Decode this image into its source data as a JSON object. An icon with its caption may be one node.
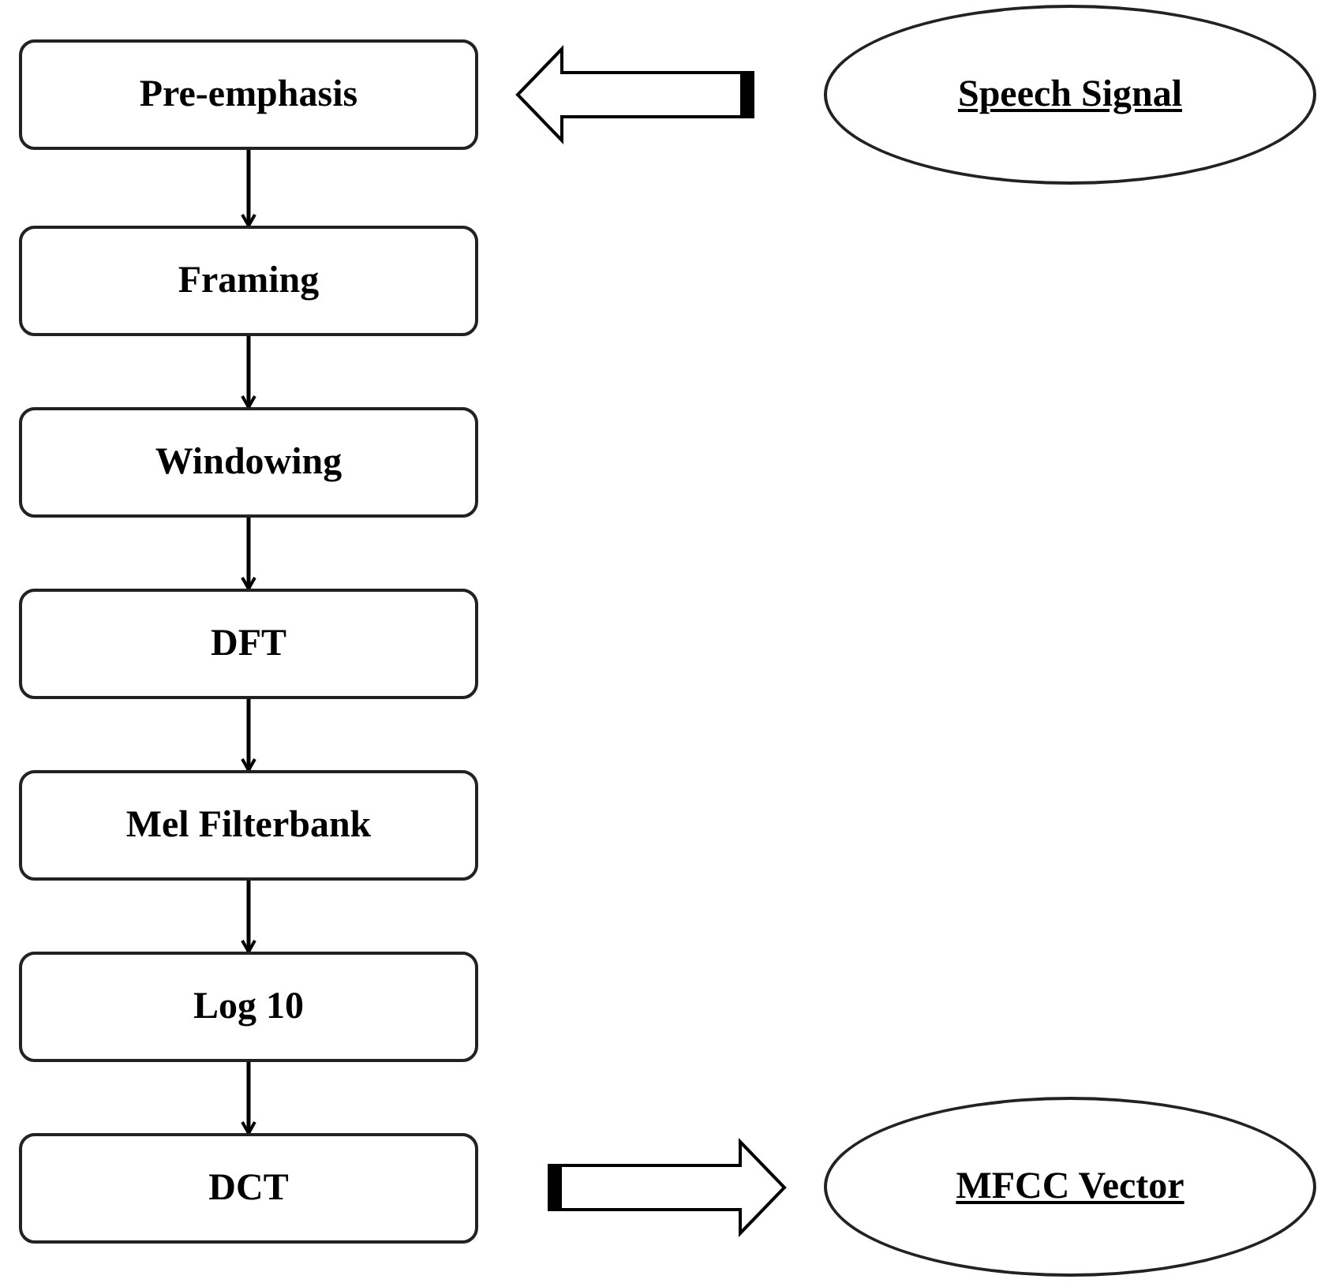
{
  "diagram": {
    "nodes": [
      {
        "text": [
          "Pre-emphasis"
        ]
      },
      {
        "text": [
          "Speech Signal"
        ]
      },
      {
        "text": [
          "Framing"
        ]
      },
      {
        "text": [
          "Windowing"
        ]
      },
      {
        "text": [
          "DFT"
        ]
      },
      {
        "text": [
          "Mel Filterbank"
        ]
      },
      {
        "text": [
          "Log 10"
        ]
      },
      {
        "text": [
          "DCT"
        ]
      },
      {
        "text": [
          "MFCC Vector"
        ]
      }
    ],
    "edges": [
      {
        "from": 1,
        "to": 0,
        "arrow": "to",
        "style": "thick"
      },
      {
        "from": 0,
        "to": 2,
        "arrow": "to"
      },
      {
        "from": 2,
        "to": 3,
        "arrow": "to"
      },
      {
        "from": 3,
        "to": 4,
        "arrow": "to"
      },
      {
        "from": 4,
        "to": 5,
        "arrow": "to"
      },
      {
        "from": 5,
        "to": 6,
        "arrow": "to"
      },
      {
        "from": 6,
        "to": 7,
        "arrow": "to"
      },
      {
        "from": 7,
        "to": 8,
        "arrow": "to",
        "style": "thick"
      }
    ]
  }
}
